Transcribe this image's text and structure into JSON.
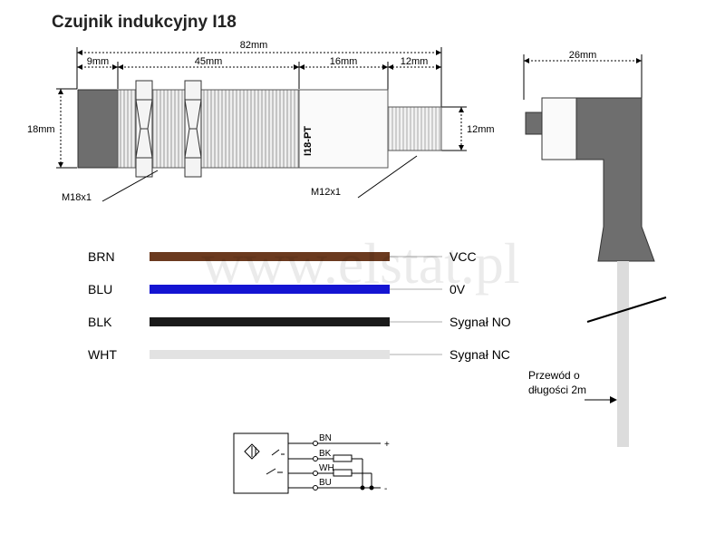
{
  "title": "Czujnik indukcyjny I18",
  "dimensions": {
    "total_length": "82mm",
    "seg_front": "9mm",
    "seg_thread": "45mm",
    "seg_body": "16mm",
    "seg_connector": "12mm",
    "diameter": "18mm",
    "connector_diameter": "12mm",
    "angled_connector_width": "26mm",
    "thread_main": "M18x1",
    "thread_connector": "M12x1",
    "model_label": "I18-PT"
  },
  "wires": [
    {
      "code": "BRN",
      "function": "VCC",
      "color": "#6b3a1f"
    },
    {
      "code": "BLU",
      "function": "0V",
      "color": "#1414d2"
    },
    {
      "code": "BLK",
      "function": "Sygnał NO",
      "color": "#1a1a1a"
    },
    {
      "code": "WHT",
      "function": "Sygnał NC",
      "color": "#e2e2e2"
    }
  ],
  "cable_note": [
    "Przewód o",
    "długości 2m"
  ],
  "watermark": "www.elstat.pl",
  "schematic": {
    "terminals": [
      "BN",
      "BK",
      "WH",
      "BU"
    ],
    "plus": "+",
    "minus": "-"
  }
}
